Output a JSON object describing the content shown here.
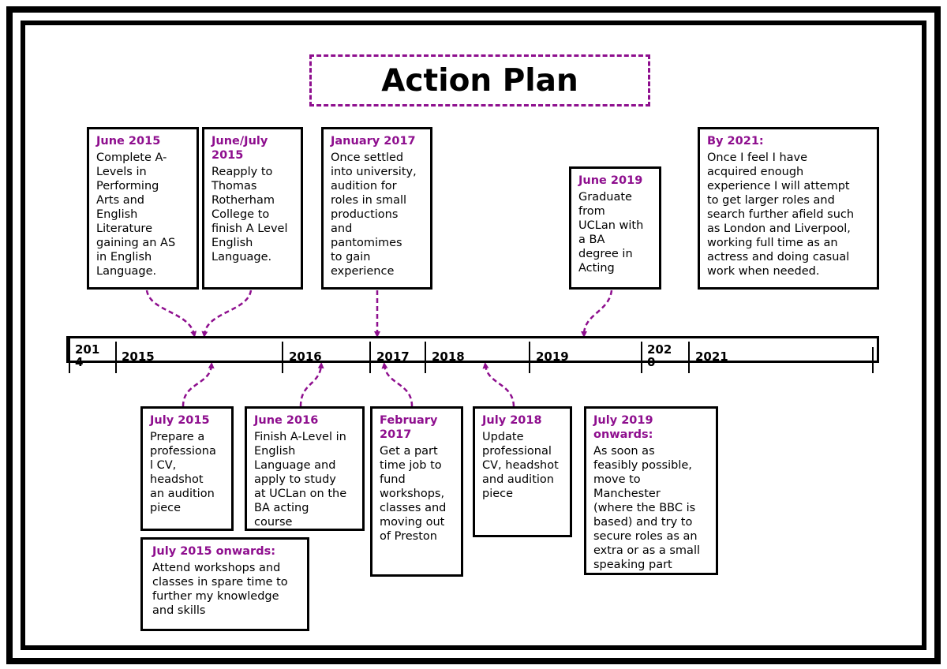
{
  "title": "Action Plan",
  "colors": {
    "accent": "#8e0e8e",
    "border": "#000000"
  },
  "timeline": {
    "years": [
      "201\n4",
      "2015",
      "2016",
      "2017",
      "2018",
      "2019",
      "202\n0",
      "2021"
    ]
  },
  "milestones": [
    {
      "heading": "June 2015",
      "body": "Complete A-\nLevels in\nPerforming\nArts and\nEnglish\nLiterature\ngaining an AS\nin English\nLanguage."
    },
    {
      "heading": "June/July\n2015",
      "body": "Reapply to\nThomas\nRotherham\nCollege to\nfinish A Level\nEnglish\nLanguage."
    },
    {
      "heading": "January 2017",
      "body": "Once settled\ninto university,\naudition for\nroles in small\nproductions\nand\npantomimes\nto gain\nexperience"
    },
    {
      "heading": "June 2019",
      "body": "Graduate\nfrom\nUCLan with\na BA\ndegree in\nActing"
    },
    {
      "heading": "By 2021:",
      "body": "Once I feel I have\nacquired enough\nexperience I will attempt\nto get larger roles and\nsearch further afield such\nas London and Liverpool,\nworking full time as an\nactress and doing casual\nwork when needed."
    },
    {
      "heading": "July 2015",
      "body": "Prepare a\nprofessiona\nl CV,\nheadshot\nan audition\npiece"
    },
    {
      "heading": "June 2016",
      "body": "Finish A-Level in\nEnglish\nLanguage and\napply to study\nat UCLan on the\nBA acting\ncourse"
    },
    {
      "heading": "February\n2017",
      "body": "Get a part\ntime job to\nfund\nworkshops,\nclasses and\nmoving out\nof Preston"
    },
    {
      "heading": "July 2018",
      "body": "Update\nprofessional\nCV, headshot\nand audition\npiece"
    },
    {
      "heading": "July 2019\nonwards:",
      "body": "As soon as\nfeasibly possible,\nmove to\nManchester\n(where the BBC is\nbased) and try to\nsecure roles as an\nextra or as a small\nspeaking part"
    },
    {
      "heading": "July 2015 onwards:",
      "body": "Attend workshops and\nclasses in spare time to\nfurther my knowledge\nand skills"
    }
  ]
}
